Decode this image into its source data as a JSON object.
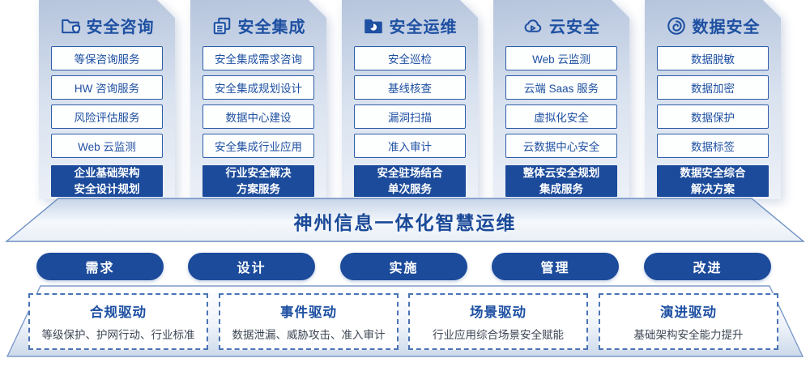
{
  "palette": {
    "accent_dark_blue": "#1c4b9b",
    "text_blue": "#1e50a2",
    "box_border_blue": "#2e5ea8",
    "dashed_border_blue": "#4a74b5",
    "driver_desc_gray": "#3d4654"
  },
  "columns": [
    {
      "title": "安全咨询",
      "icon": "folder-shield-icon",
      "items": [
        "等保咨询服务",
        "HW 咨询服务",
        "风险评估服务",
        "Web 云监测"
      ],
      "footer": "企业基础架构\n安全设计规划"
    },
    {
      "title": "安全集成",
      "icon": "copy-documents-icon",
      "items": [
        "安全集成需求咨询",
        "安全集成规划设计",
        "数据中心建设",
        "安全集成行业应用"
      ],
      "footer": "行业安全解决\n方案服务"
    },
    {
      "title": "安全运维",
      "icon": "folder-chart-icon",
      "items": [
        "安全巡检",
        "基线核查",
        "漏洞扫描",
        "准入审计"
      ],
      "footer": "安全驻场结合\n单次服务"
    },
    {
      "title": "云安全",
      "icon": "cloud-icon",
      "items": [
        "Web 云监测",
        "云端 Saas 服务",
        "虚拟化安全",
        "云数据中心安全"
      ],
      "footer": "整体云安全规划\n集成服务"
    },
    {
      "title": "数据安全",
      "icon": "fingerprint-icon",
      "items": [
        "数据脱敏",
        "数据加密",
        "数据保护",
        "数据标签"
      ],
      "footer": "数据安全综合\n解决方案"
    }
  ],
  "banner": {
    "title": "神州信息一体化智慧运维"
  },
  "pills": [
    "需求",
    "设计",
    "实施",
    "管理",
    "改进"
  ],
  "drivers": [
    {
      "title": "合规驱动",
      "desc": "等级保护、护网行动、行业标准"
    },
    {
      "title": "事件驱动",
      "desc": "数据泄漏、威胁攻击、准入审计"
    },
    {
      "title": "场景驱动",
      "desc": "行业应用综合场景安全赋能"
    },
    {
      "title": "演进驱动",
      "desc": "基础架构安全能力提升"
    }
  ]
}
